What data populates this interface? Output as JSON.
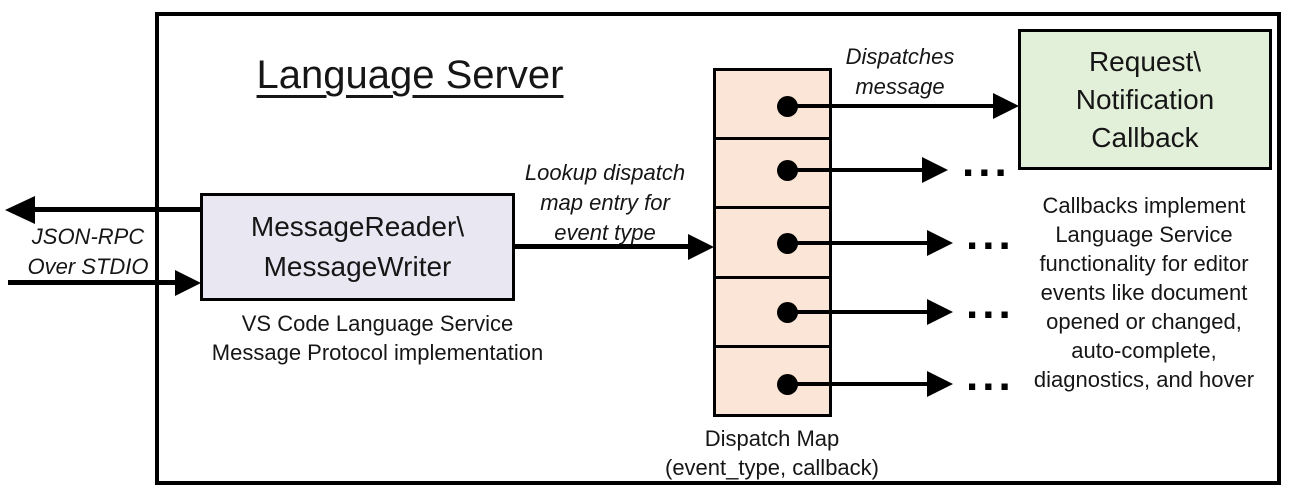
{
  "diagram": {
    "title": "Language Server",
    "stdio_label": "JSON-RPC\nOver STDIO",
    "reader_writer_box": "MessageReader\\\nMessageWriter",
    "reader_writer_caption": "VS Code Language Service\nMessage Protocol implementation",
    "lookup_label": "Lookup dispatch\nmap entry for\nevent type",
    "dispatches_label": "Dispatches\nmessage",
    "callback_box": "Request\\\nNotification\nCallback",
    "callbacks_note": "Callbacks implement\nLanguage Service\nfunctionality for editor\nevents like document\nopened or changed,\nauto-complete,\ndiagnostics, and hover",
    "dispatch_map_label": "Dispatch Map\n(event_type, callback)",
    "dispatch_map_cells": 5,
    "ellipsis": "...",
    "colors": {
      "reader_writer_fill": "#e9e8f2",
      "dispatch_cell_fill": "#fbe5d6",
      "callback_fill": "#e2efd9",
      "stroke": "#000000"
    }
  }
}
